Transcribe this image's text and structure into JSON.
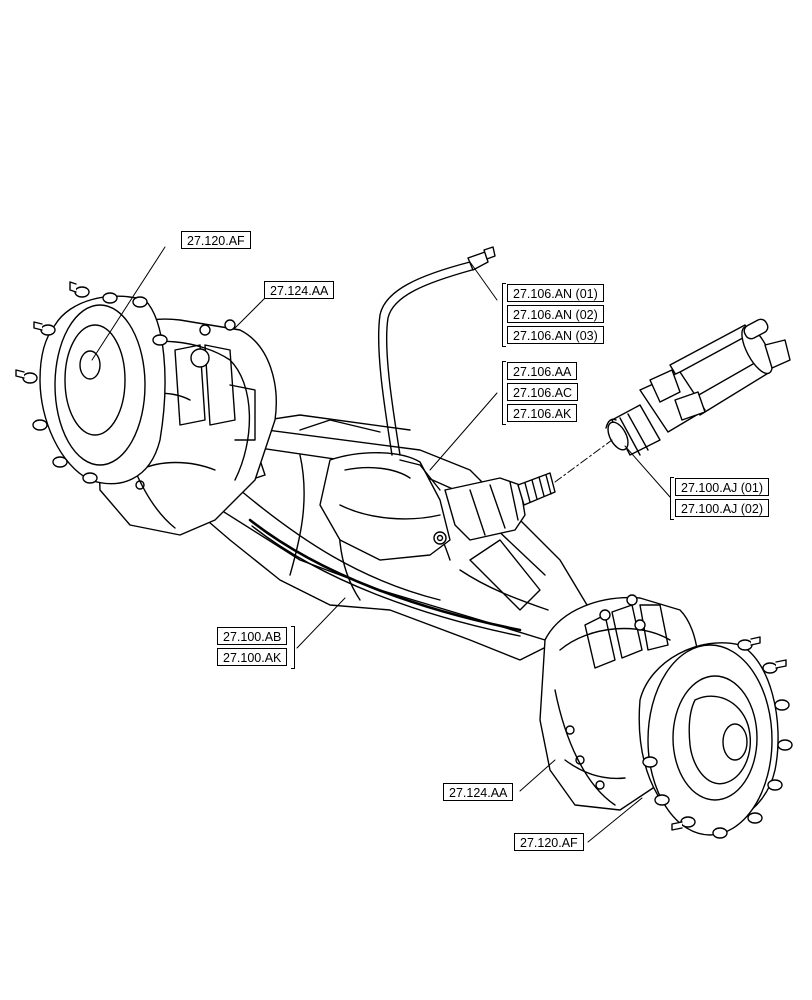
{
  "callouts": {
    "hub_left": "27.120.AF",
    "housing_left": "27.124.AA",
    "hose": [
      "27.106.AN (01)",
      "27.106.AN (02)",
      "27.106.AN (03)"
    ],
    "pinion": [
      "27.106.AA",
      "27.106.AC",
      "27.106.AK"
    ],
    "driveshaft": [
      "27.100.AJ (01)",
      "27.100.AJ (02)"
    ],
    "axle_housing": [
      "27.100.AB",
      "27.100.AK"
    ],
    "housing_right": "27.124.AA",
    "hub_right": "27.120.AF"
  }
}
